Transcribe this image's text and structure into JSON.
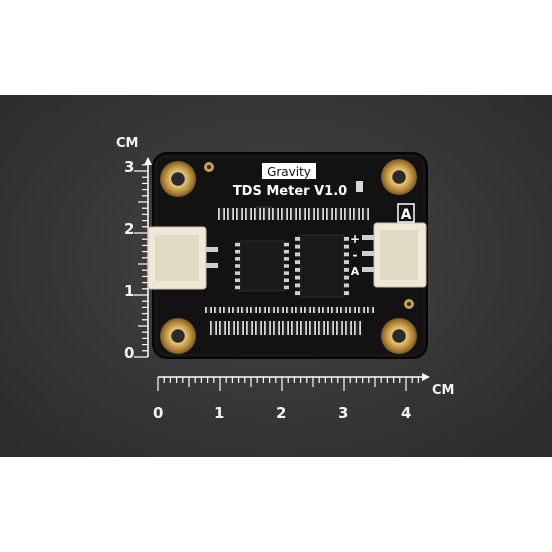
{
  "board": {
    "brand_label": "Gravity",
    "title_label": "TDS Meter V1.0",
    "side_label": "A",
    "pin_labels": [
      "+",
      "-"
    ],
    "pcb_color": "#111111",
    "pad_color": "#c8a050"
  },
  "rulers": {
    "unit_label": "CM",
    "vertical_ticks": [
      "3",
      "2",
      "1",
      "0"
    ],
    "horizontal_ticks": [
      "0",
      "1",
      "2",
      "3",
      "4"
    ]
  }
}
